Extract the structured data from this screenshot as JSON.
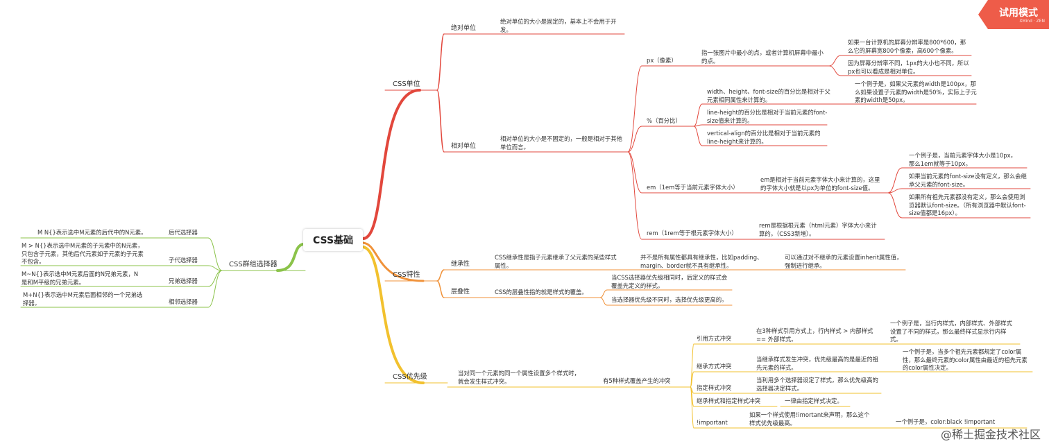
{
  "root": "CSS基础",
  "badge": {
    "title": "试用模式",
    "sub": "XMind · ZEN"
  },
  "watermark": "@稀土掘金技术社区",
  "units": {
    "label": "CSS单位",
    "absolute": {
      "label": "绝对单位",
      "desc": "绝对单位的大小是固定的，基本上不会用于开发。"
    },
    "relative": {
      "label": "相对单位",
      "desc": "相对单位的大小是不固定的，一般是相对于其他单位而言。",
      "px": {
        "label": "px（像素）",
        "desc": "指一张图片中最小的点，或者计算机屏幕中最小的点。",
        "n1": "如果一台计算机的屏幕分辨率是800*600，那么它的屏幕宽800个像素，高600个像素。",
        "n2": "因为屏幕分辨率不同，1px的大小也不同，所以px也可以看成是相对单位。"
      },
      "percent": {
        "label": "%（百分比）",
        "a": "width、height、font-size的百分比是相对于父元素相同属性来计算的。",
        "a_ex": "一个例子是，如果父元素的width是100px，那么如果设置子元素的width是50%，实际上子元素的width是50px。",
        "b": "line-height的百分比是相对于当前元素的font-size值来计算的。",
        "c": "vertical-align的百分比是相对于当前元素的line-height来计算的。"
      },
      "em": {
        "label": "em（1em等于当前元素字体大小）",
        "desc": "em是相对于当前元素字体大小来计算的，这里的字体大小就是以px为单位的font-size值。",
        "e1": "一个例子是，当前元素字体大小是10px，那么1em就等于10px。",
        "e2": "如果当前元素的font-size没有定义，那么会继承父元素的font-size。",
        "e3": "如果所有祖先元素都没有定义，那么会使用浏览器默认font-size。（所有浏览器中默认font-size值都是16px）。"
      },
      "rem": {
        "label": "rem（1rem等于根元素字体大小）",
        "desc": "rem是根据根元素（html元素）字体大小来计算的。（CSS3新增）。"
      }
    }
  },
  "features": {
    "label": "CSS特性",
    "inherit": {
      "label": "继承性",
      "desc": "CSS继承性是指子元素继承了父元素的某些样式属性。",
      "d2": "并不是所有属性都具有继承性，比如padding、margin、border就不具有继承性。",
      "d3": "可以通过对不继承的元素设置inherit属性值，强制进行继承。"
    },
    "cascade": {
      "label": "层叠性",
      "desc": "CSS的层叠性指的就是样式的覆盖。",
      "c1": "当CSS选择器优先级相同时，后定义的样式会覆盖先定义的样式。",
      "c2": "当选择器优先级不同时，选择优先级更高的。"
    }
  },
  "priority": {
    "label": "CSS优先级",
    "desc": "当对同一个元素的同一个属性设置多个样式时，就会发生样式冲突。",
    "sub": "有5种样式覆盖产生的冲突",
    "items": [
      {
        "label": "引用方式冲突",
        "desc": "在3种样式引用方式上，行内样式 > 内部样式 == 外部样式。",
        "ex": "一个例子是，当行内样式，内部样式、外部样式设置了不同的样式，那么最终样式显示行内样式。"
      },
      {
        "label": "继承方式冲突",
        "desc": "当继承样式发生冲突，优先级最高的是最近的祖先元素的样式。",
        "ex": "一个例子是，当多个祖先元素都规定了color属性，那么最终元素的color属性由最近的祖先元素的color属性决定。"
      },
      {
        "label": "指定样式冲突",
        "desc": "当利用多个选择器设定了样式，那么优先级高的选择器决定样式。"
      },
      {
        "label": "继承样式和指定样式冲突",
        "desc": "一律由指定样式决定。"
      },
      {
        "label": "!important",
        "desc": "如果一个样式使用!imortant来声明，那么这个样式优先级最高。",
        "ex": "一个例子是，color:black !important"
      }
    ]
  },
  "selectors": {
    "label": "CSS群组选择器",
    "items": [
      {
        "label": "后代选择器",
        "desc": "M N{}表示选中M元素的后代中的N元素。"
      },
      {
        "label": "子代选择器",
        "desc": "M > N{}表示选中M元素的子元素中的N元素，只包含子元素，其他后代元素如子元素的子元素不包含。"
      },
      {
        "label": "兄弟选择器",
        "desc": "M~N{}表示选中M元素后面的N兄弟元素，N是和M平级的兄弟元素。"
      },
      {
        "label": "相邻选择器",
        "desc": "M+N{}表示选中M元素后面相邻的一个兄弟选择器。"
      }
    ]
  },
  "colors": {
    "units": "#e2473c",
    "features": "#f0923a",
    "priority": "#f2c12e",
    "selectors": "#8bc34a"
  }
}
